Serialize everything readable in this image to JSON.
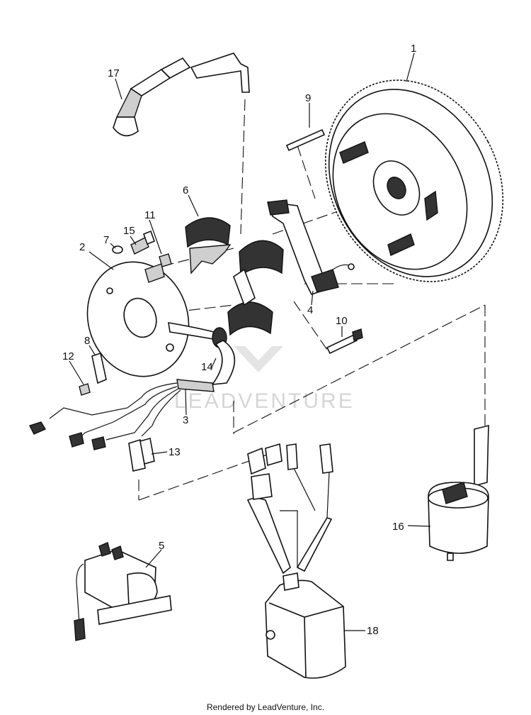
{
  "callouts": {
    "c1": "1",
    "c2": "2",
    "c3": "3",
    "c4": "4",
    "c5": "5",
    "c6": "6",
    "c7": "7",
    "c8": "8",
    "c9": "9",
    "c10": "10",
    "c11": "11",
    "c12": "12",
    "c13": "13",
    "c14": "14",
    "c15": "15",
    "c16": "16",
    "c17": "17",
    "c18": "18"
  },
  "watermark": "LEADVENTURE",
  "footer": "Rendered by LeadVenture, Inc."
}
